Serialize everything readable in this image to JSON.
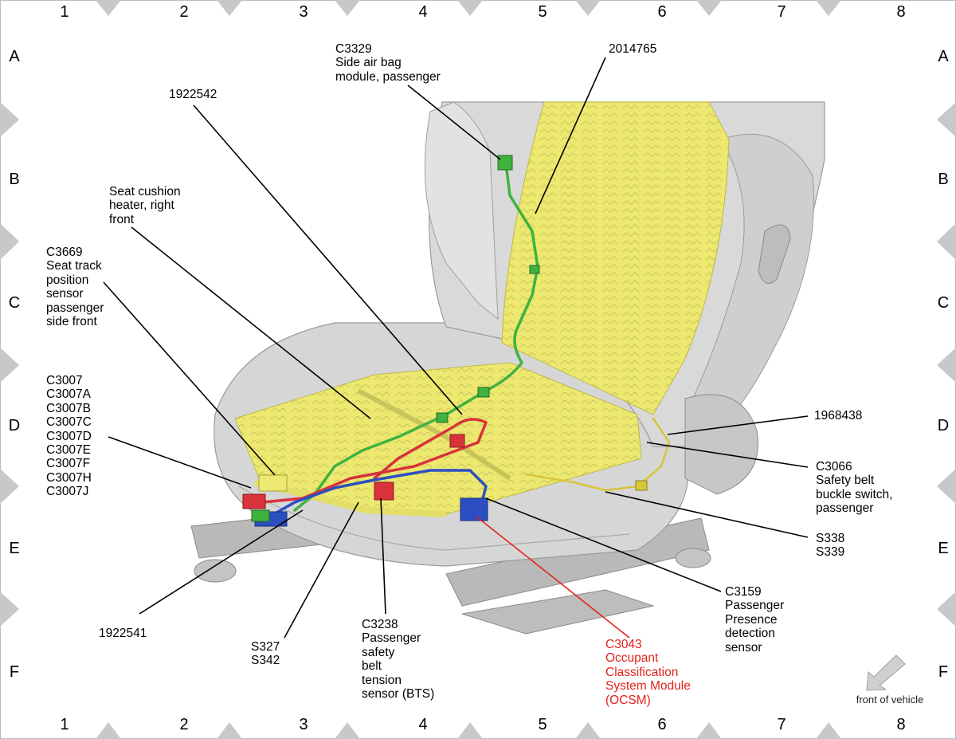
{
  "grid": {
    "columns": [
      "1",
      "2",
      "3",
      "4",
      "5",
      "6",
      "7",
      "8"
    ],
    "rows": [
      "A",
      "B",
      "C",
      "D",
      "E",
      "F"
    ]
  },
  "callouts": [
    {
      "id": "c3329",
      "lines": [
        "C3329",
        "Side air bag",
        "module, passenger"
      ]
    },
    {
      "id": "n2014765",
      "lines": [
        "2014765"
      ]
    },
    {
      "id": "n1922542",
      "lines": [
        "1922542"
      ]
    },
    {
      "id": "seat-cushion-heater",
      "lines": [
        "Seat cushion",
        "heater, right",
        "front"
      ]
    },
    {
      "id": "c3669",
      "lines": [
        "C3669",
        "Seat track",
        "position",
        "sensor",
        "passenger",
        "side front"
      ]
    },
    {
      "id": "c3007",
      "lines": [
        "C3007",
        "C3007A",
        "C3007B",
        "C3007C",
        "C3007D",
        "C3007E",
        "C3007F",
        "C3007H",
        "C3007J"
      ]
    },
    {
      "id": "n1968438",
      "lines": [
        "1968438"
      ]
    },
    {
      "id": "c3066",
      "lines": [
        "C3066",
        "Safety belt",
        "buckle switch,",
        "passenger"
      ]
    },
    {
      "id": "s338",
      "lines": [
        "S338",
        "S339"
      ]
    },
    {
      "id": "c3159",
      "lines": [
        "C3159",
        "Passenger",
        "Presence",
        "detection",
        "sensor"
      ]
    },
    {
      "id": "c3043",
      "lines": [
        "C3043",
        "Occupant",
        "Classification",
        "System Module",
        "(OCSM)"
      ]
    },
    {
      "id": "c3238",
      "lines": [
        "C3238",
        "Passenger",
        "safety",
        "belt",
        "tension",
        "sensor (BTS)"
      ]
    },
    {
      "id": "s327",
      "lines": [
        "S327",
        "S342"
      ]
    },
    {
      "id": "n1922541",
      "lines": [
        "1922541"
      ]
    }
  ],
  "legend": {
    "front_of_vehicle": "front of vehicle"
  },
  "colors": {
    "highlight_yellow": "#ece870",
    "wire_green": "#3fb23f",
    "wire_red": "#d8323a",
    "wire_blue": "#2b4fc2",
    "wire_yellow": "#d6c63a",
    "ocsm_red_text": "#e2231a",
    "seat_gray": "#d3d3d3",
    "border_diamond": "#c8c8c8"
  }
}
